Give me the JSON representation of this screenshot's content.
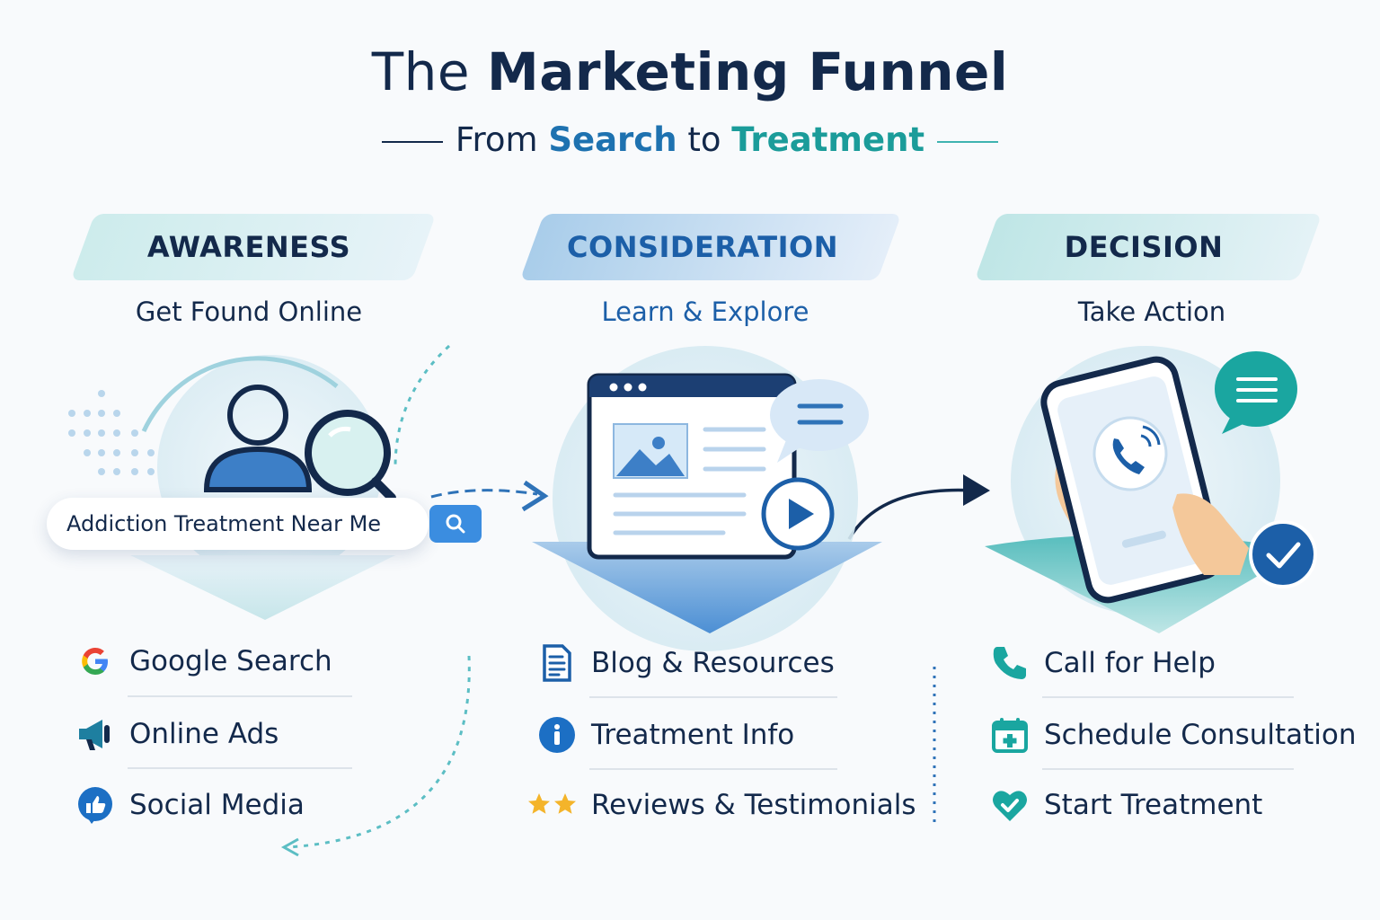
{
  "title": {
    "prefix": "The",
    "bold": "Marketing Funnel"
  },
  "subtitle": {
    "from": "From",
    "search": "Search",
    "to": "to",
    "treatment": "Treatment"
  },
  "colors": {
    "navy": "#13294b",
    "blue": "#1e72b0",
    "teal": "#1b9c9a",
    "light_blue": "#cfe3f4",
    "light_teal": "#cdecec"
  },
  "stages": [
    {
      "label": "AWARENESS",
      "sub": "Get Found Online",
      "search_query": "Addiction Treatment Near Me",
      "items": [
        {
          "label": "Google Search",
          "icon": "google-icon"
        },
        {
          "label": "Online Ads",
          "icon": "megaphone-icon"
        },
        {
          "label": "Social Media",
          "icon": "thumbs-up-icon"
        }
      ]
    },
    {
      "label": "CONSIDERATION",
      "sub": "Learn & Explore",
      "items": [
        {
          "label": "Blog & Resources",
          "icon": "document-icon"
        },
        {
          "label": "Treatment Info",
          "icon": "info-icon"
        },
        {
          "label": "Reviews & Testimonials",
          "icon": "stars-icon"
        }
      ]
    },
    {
      "label": "DECISION",
      "sub": "Take Action",
      "items": [
        {
          "label": "Call for Help",
          "icon": "phone-icon"
        },
        {
          "label": "Schedule Consultation",
          "icon": "calendar-icon"
        },
        {
          "label": "Start Treatment",
          "icon": "heart-check-icon"
        }
      ]
    }
  ]
}
